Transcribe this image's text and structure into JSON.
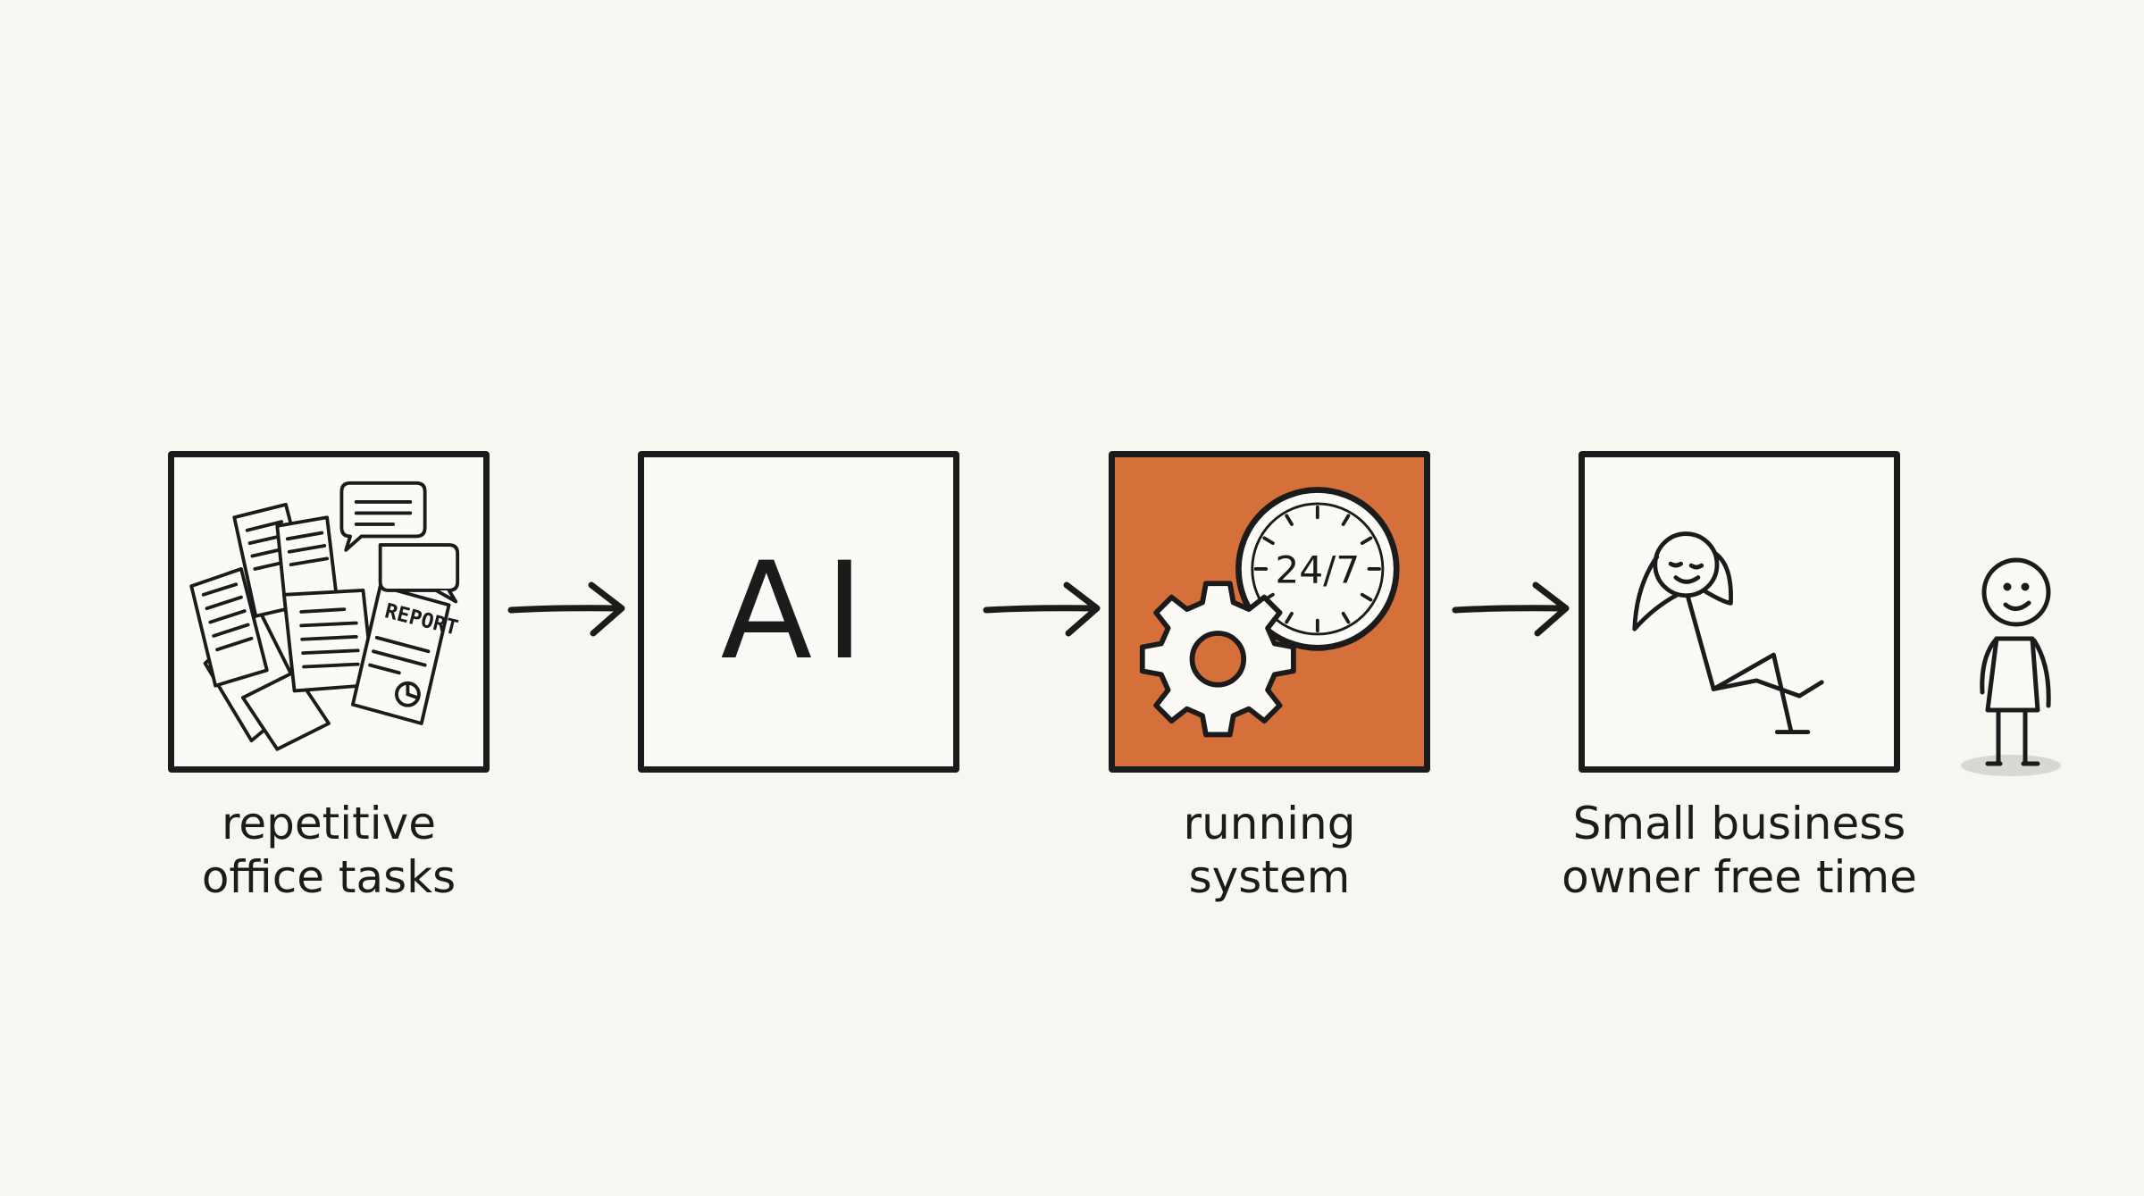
{
  "steps": [
    {
      "id": "tasks",
      "label": "repetitive\noffice tasks",
      "report_text": "REPORT"
    },
    {
      "id": "ai",
      "label": "",
      "text": "AI"
    },
    {
      "id": "system",
      "label": "running\nsystem",
      "clock_text": "24/7"
    },
    {
      "id": "free-time",
      "label": "Small business\nowner free time"
    }
  ],
  "colors": {
    "accent": "#d6703a",
    "ink": "#1b1b1b",
    "background": "#f8f6f1"
  }
}
